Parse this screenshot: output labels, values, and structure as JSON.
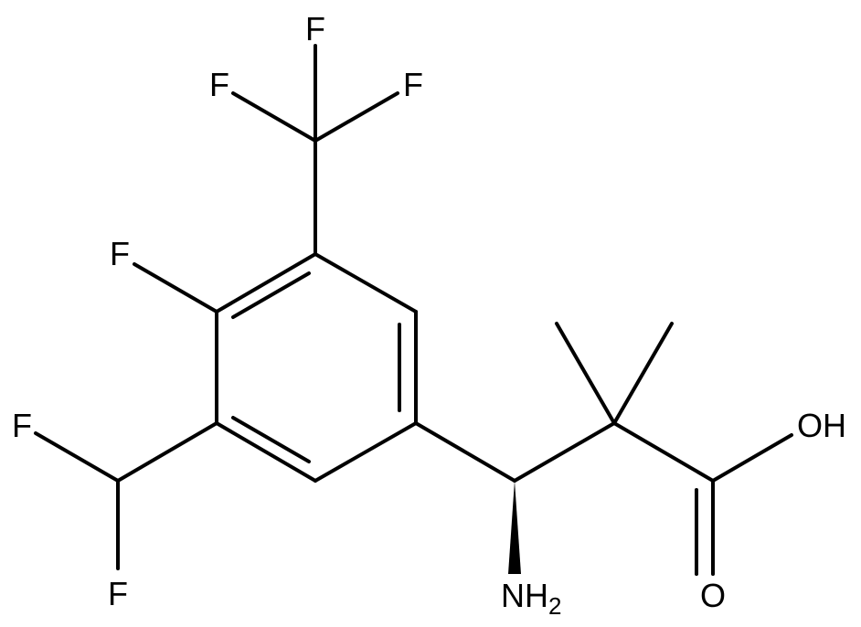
{
  "molecule": {
    "atoms": {
      "f_cf3_top": "F",
      "f_cf3_left": "F",
      "f_cf3_right": "F",
      "f_ring": "F",
      "f_chf2_left": "F",
      "f_chf2_bottom": "F",
      "hydroxyl": "OH",
      "carbonyl_oxygen": "O",
      "amine": "NH",
      "amine_subscript": "2"
    }
  },
  "colors": {
    "bond": "#000000",
    "label": "#000000",
    "background": "#ffffff"
  }
}
